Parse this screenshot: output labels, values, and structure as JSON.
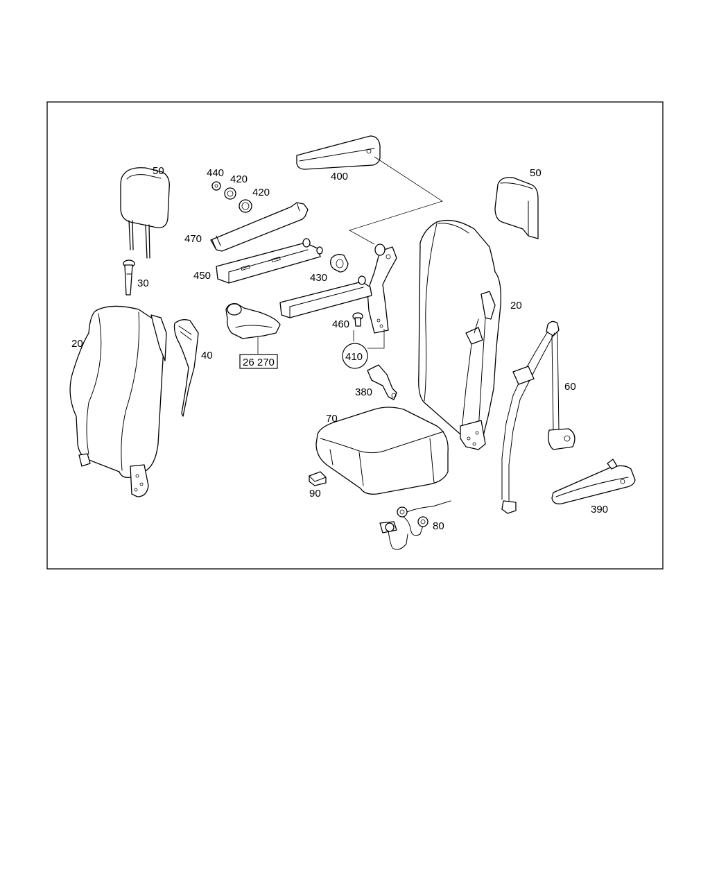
{
  "diagram": {
    "labels": {
      "headrest_left": "50",
      "washer_440": "440",
      "washer_420_a": "420",
      "washer_420_b": "420",
      "armrest_400": "400",
      "headrest_right": "50",
      "cover_470": "470",
      "rail_450": "450",
      "bushing_430": "430",
      "guide_30": "30",
      "backrest_left": "20",
      "trim_40": "40",
      "ref_26270": "26 270",
      "bolt_460": "460",
      "bracket_410": "410",
      "backrest_right": "20",
      "buckle_380": "380",
      "belt_60": "60",
      "cushion_70": "70",
      "clip_90": "90",
      "harness_80": "80",
      "armrest_390": "390"
    }
  }
}
